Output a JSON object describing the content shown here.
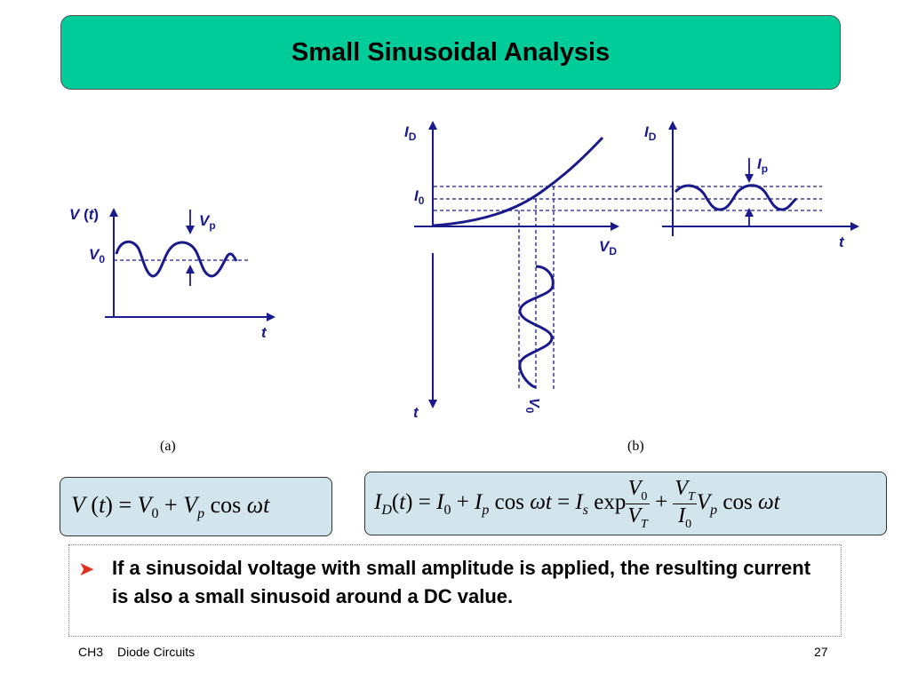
{
  "title": "Small Sinusoidal Analysis",
  "figure": {
    "caption_a": "(a)",
    "caption_b": "(b)",
    "color": "#1a1a8c",
    "labels": {
      "a_vt_v": "V",
      "a_vt_t": "t",
      "a_v0_main": "V",
      "a_v0_sub": "0",
      "a_vp_main": "V",
      "a_vp_sub": "p",
      "a_t": "t",
      "b_id_main": "I",
      "b_id_sub": "D",
      "b_i0_main": "I",
      "b_i0_sub": "0",
      "b_vd_main": "V",
      "b_vd_sub": "D",
      "b_t": "t",
      "b_v0_main": "V",
      "b_v0_sub": "0",
      "c_id_main": "I",
      "c_id_sub": "D",
      "c_ip_main": "I",
      "c_ip_sub": "p",
      "c_t": "t"
    }
  },
  "equations": {
    "eq1": {
      "V": "V",
      "t": "t",
      "rhs_V0": "V",
      "zero": "0",
      "plus": "+",
      "Vp": "V",
      "p": "p",
      "cos": "cos",
      "wt": "ωt"
    },
    "eq2": {
      "I": "I",
      "D": "D",
      "t": "t",
      "I0": "I",
      "zero": "0",
      "Ip": "I",
      "p": "p",
      "cos": "cos",
      "wt": "ωt",
      "Is": "I",
      "s": "s",
      "exp": "exp",
      "V0": "V",
      "VT": "V",
      "T": "T",
      "VT2": "V",
      "T2": "T",
      "I0d": "I",
      "zero2": "0",
      "Vp": "V",
      "p2": "p",
      "cos2": "cos",
      "wt2": "ωt"
    }
  },
  "bullet": {
    "text": "If a sinusoidal voltage with small amplitude is applied, the resulting current is also a small sinusoid around a DC value."
  },
  "footer": {
    "chapter": "CH3",
    "topic": "Diode Circuits",
    "page": "27"
  }
}
